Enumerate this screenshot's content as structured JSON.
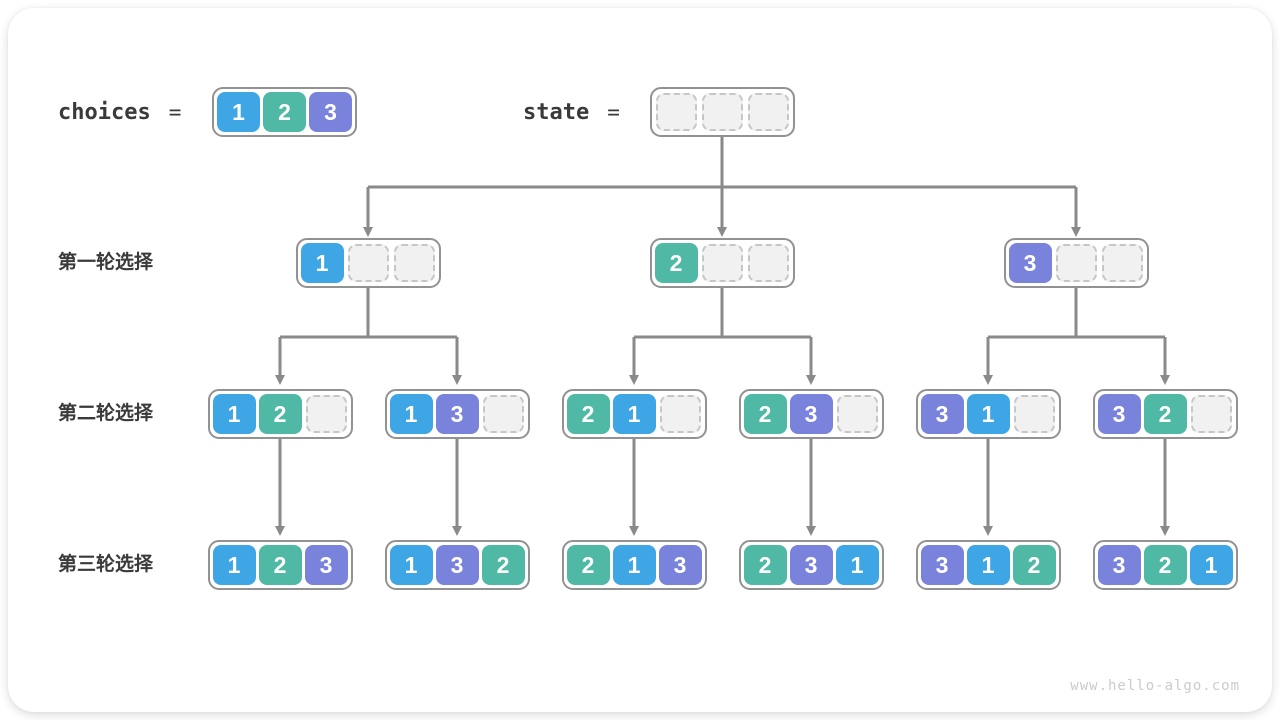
{
  "page": {
    "watermark": "www.hello-algo.com"
  },
  "colors": {
    "choice_1": "#3FA6E5",
    "choice_2": "#4FB9A5",
    "choice_3": "#7A83DC",
    "box_border": "#929292",
    "empty_fill": "#F1F1F1",
    "empty_border": "#C6C6C6",
    "arrow": "#8A8A8A",
    "label_text": "#3A3A3A",
    "watermark_text": "#CBCBCB"
  },
  "legend": {
    "choices_label": "choices",
    "equals_sign": "=",
    "choices_cells": [
      "1",
      "2",
      "3"
    ],
    "state_label": "state",
    "state_cells": [
      "",
      "",
      ""
    ]
  },
  "rows": [
    {
      "label": "第一轮选择",
      "boxes": [
        [
          "1",
          "",
          ""
        ],
        [
          "2",
          "",
          ""
        ],
        [
          "3",
          "",
          ""
        ]
      ]
    },
    {
      "label": "第二轮选择",
      "boxes": [
        [
          "1",
          "2",
          ""
        ],
        [
          "1",
          "3",
          ""
        ],
        [
          "2",
          "1",
          ""
        ],
        [
          "2",
          "3",
          ""
        ],
        [
          "3",
          "1",
          ""
        ],
        [
          "3",
          "2",
          ""
        ]
      ]
    },
    {
      "label": "第三轮选择",
      "boxes": [
        [
          "1",
          "2",
          "3"
        ],
        [
          "1",
          "3",
          "2"
        ],
        [
          "2",
          "1",
          "3"
        ],
        [
          "2",
          "3",
          "1"
        ],
        [
          "3",
          "1",
          "2"
        ],
        [
          "3",
          "2",
          "1"
        ]
      ]
    }
  ]
}
